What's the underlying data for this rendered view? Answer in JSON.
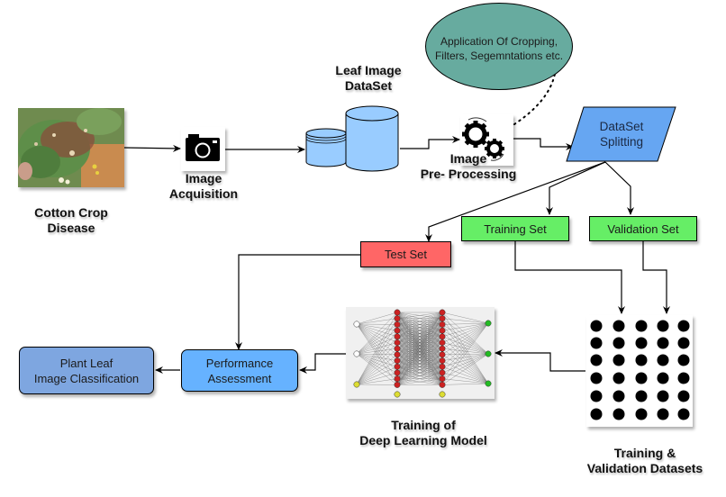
{
  "nodes": {
    "cotton_crop": {
      "label_line1": "Cotton Crop",
      "label_line2": "Disease"
    },
    "image_acquisition": {
      "label_line1": "Image",
      "label_line2": "Acquisition",
      "icon": "camera-icon"
    },
    "leaf_dataset": {
      "label_line1": "Leaf Image",
      "label_line2": "DataSet",
      "icon": "database-icon"
    },
    "preprocessing": {
      "label_line1": "Image",
      "label_line2": "Pre- Processing",
      "icon": "gears-icon"
    },
    "preprocessing_note": {
      "line1": "Application Of Cropping,",
      "line2": "Filters, Segemntations etc."
    },
    "dataset_splitting": {
      "line1": "DataSet",
      "line2": "Splitting"
    },
    "training_set": {
      "label": "Training Set"
    },
    "validation_set": {
      "label": "Validation Set"
    },
    "test_set": {
      "label": "Test Set"
    },
    "train_val_datasets": {
      "label_line1": "Training &",
      "label_line2": "Validation Datasets"
    },
    "deep_learning": {
      "label_line1": "Training of",
      "label_line2": "Deep Learning Model"
    },
    "performance": {
      "line1": "Performance",
      "line2": "Assessment"
    },
    "classification": {
      "line1": "Plant Leaf",
      "line2": "Image Classification"
    }
  },
  "colors": {
    "ellipse": "#67AB9F",
    "splitting": "#66A6F2",
    "training_set": "#66EE66",
    "validation_set": "#66EE66",
    "test_set": "#FF6666",
    "performance": "#66B2FF",
    "classification": "#7EA6E0",
    "database": "#99CCFF"
  }
}
